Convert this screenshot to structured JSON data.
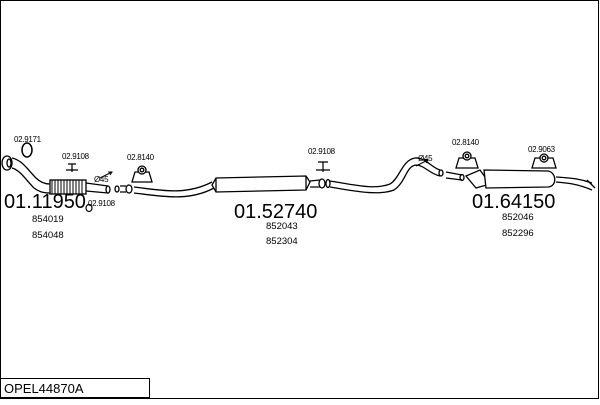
{
  "title": "OPEL44870A",
  "groups": [
    {
      "main": "01.11950",
      "refs": [
        "854019",
        "854048"
      ]
    },
    {
      "main": "01.52740",
      "refs": [
        "852043",
        "852304"
      ]
    },
    {
      "main": "01.64150",
      "refs": [
        "852046",
        "852296"
      ]
    }
  ],
  "parts": {
    "p9171": "02.9171",
    "p9108_a": "02.9108",
    "p9108_b": "02.9108",
    "p8140_a": "02.8140",
    "p9108_c": "02.9108",
    "p8140_b": "02.8140",
    "p9063": "02.9063"
  },
  "diameters": {
    "d1": "Ø45",
    "d2": "Ø45"
  }
}
